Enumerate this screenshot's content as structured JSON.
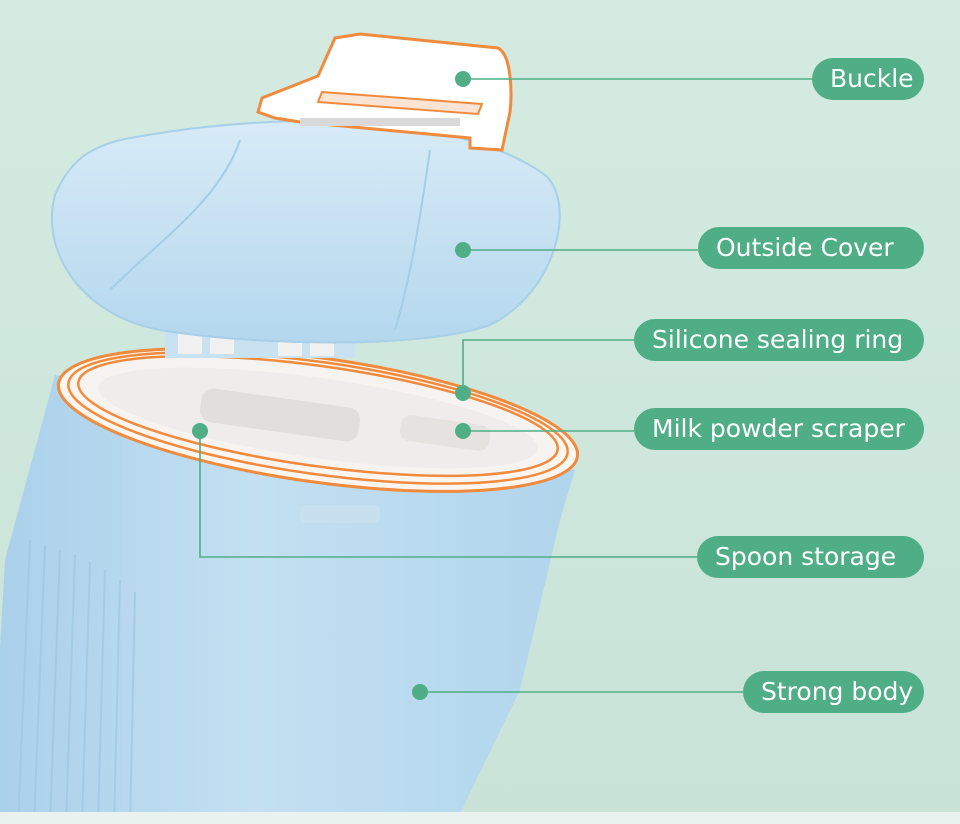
{
  "colors": {
    "background": "#cfe8dd",
    "label_fill": "#4fae86",
    "label_text": "#ffffff",
    "leader_line": "#4fae86",
    "container_body": "#b7d9ee",
    "highlight_outline": "#f08a3c"
  },
  "labels": {
    "buckle": "Buckle",
    "outside_cover": "Outside Cover",
    "silicone_ring": "Silicone sealing ring",
    "scraper": "Milk powder scraper",
    "spoon_storage": "Spoon storage",
    "strong_body": "Strong body"
  }
}
